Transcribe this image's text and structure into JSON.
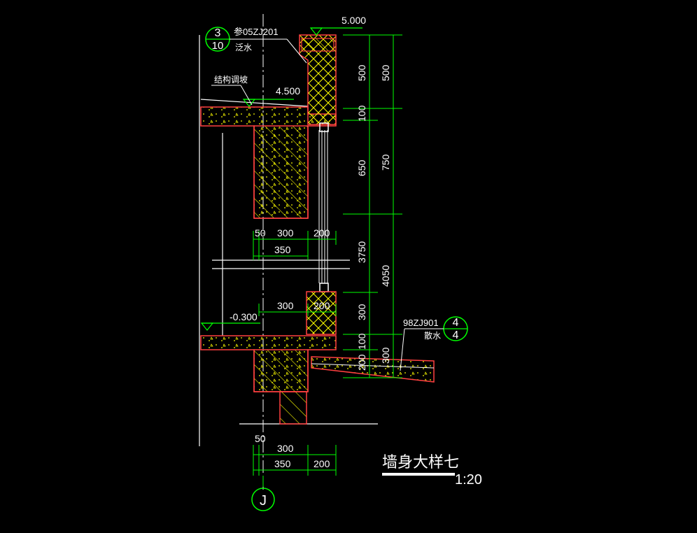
{
  "drawing": {
    "title": "墙身大样七",
    "scale": "1:20",
    "axis_label": "J"
  },
  "elevations": {
    "top": "5.000",
    "roof": "4.500",
    "ground": "-0.300"
  },
  "notes": {
    "ref_top": "参05ZJ201",
    "ref_top_sub": "泛水",
    "slope_note": "结构调坡",
    "ref_bottom": "98ZJ901",
    "ref_bottom_sub": "散水"
  },
  "detail_marks": {
    "top_num": "3",
    "top_den": "10",
    "bottom_num": "4",
    "bottom_den": "4"
  },
  "dimensions": {
    "right_inner": [
      "500",
      "100",
      "650",
      "3750",
      "300",
      "100",
      "200"
    ],
    "right_outer": [
      "500",
      "750",
      "4050",
      "300"
    ],
    "mid_row1": [
      "50",
      "300",
      "200"
    ],
    "mid_row2": [
      "350"
    ],
    "mid_row3": [
      "300",
      "200"
    ],
    "bot_row1": [
      "50",
      "300"
    ],
    "bot_row2": [
      "350",
      "200"
    ]
  },
  "colors": {
    "background": "#000000",
    "outline": "#ff4040",
    "hatch": "#ffff00",
    "dimension": "#00ff00",
    "text": "#ffffff",
    "marker": "#00ff00"
  }
}
